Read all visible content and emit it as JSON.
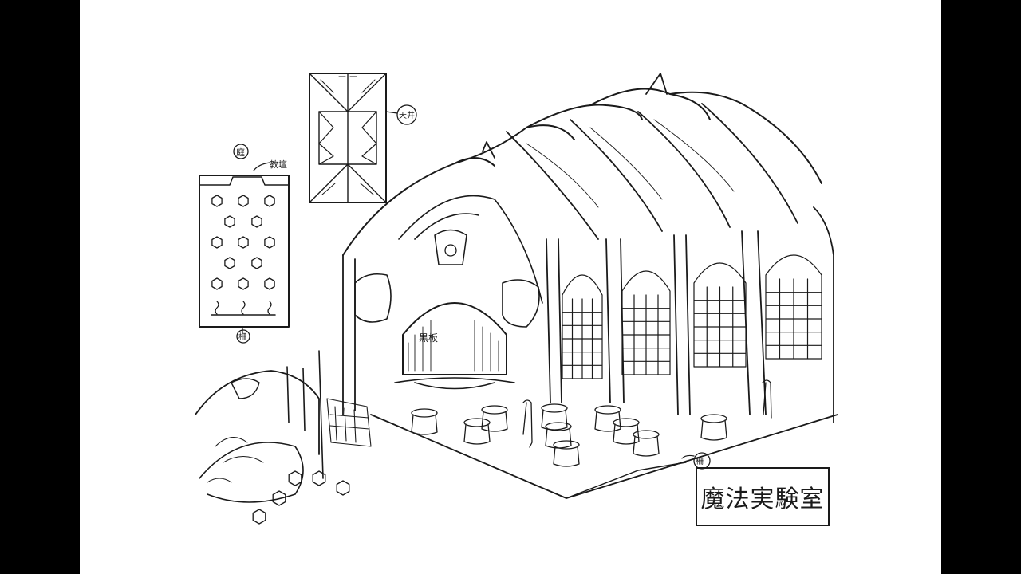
{
  "sketch": {
    "title": "魔法実験室",
    "labels": {
      "plan_top": "庭",
      "plan_platform": "教壇",
      "plan_bottom": "柵",
      "ceiling": "天井",
      "blackboard": "黒板",
      "fence": "柵"
    }
  },
  "colors": {
    "letterbox": "#000000",
    "paper": "#ffffff",
    "ink": "#1a1a1a"
  }
}
